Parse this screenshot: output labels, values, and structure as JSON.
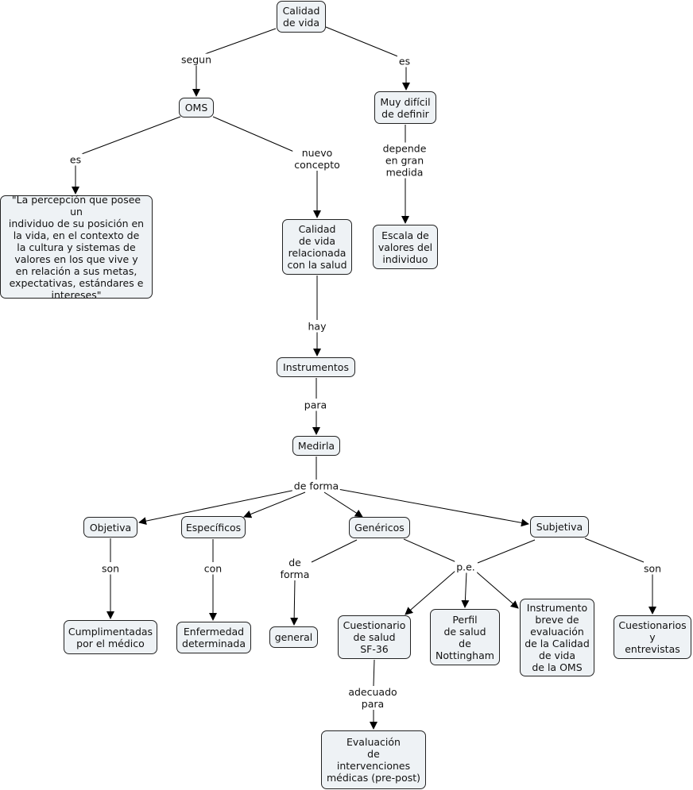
{
  "nodes": {
    "calidad_de_vida": "Calidad\nde vida",
    "oms": "OMS",
    "muy_dificil": "Muy difícil\nde definir",
    "definicion_oms": "\"La percepción que posee un\nindividuo de su posición en\nla vida, en el contexto de\nla cultura y sistemas de\nvalores en los que vive y\nen relación a sus metas,\nexpectativas, estándares e\nintereses\"",
    "calidad_salud": "Calidad\nde vida\nrelacionada\ncon la salud",
    "escala_valores": "Escala de\nvalores del\nindividuo",
    "instrumentos": "Instrumentos",
    "medirla": "Medirla",
    "objetiva": "Objetiva",
    "especificos": "Específicos",
    "genericos": "Genéricos",
    "subjetiva": "Subjetiva",
    "cumplimentadas": "Cumplimentadas\npor el médico",
    "enfermedad": "Enfermedad\ndeterminada",
    "general": "general",
    "sf36": "Cuestionario\nde salud\nSF-36",
    "nottingham": "Perfil\nde salud\nde\nNottingham",
    "instrumento_oms": "Instrumento\nbreve de\nevaluación\nde la Calidad\nde vida\nde la OMS",
    "cuestionarios": "Cuestionarios\ny\nentrevistas",
    "evaluacion": "Evaluación\nde\nintervenciones\nmédicas (pre-post)"
  },
  "links": {
    "segun": "segun",
    "es_top": "es",
    "es_oms": "es",
    "nuevo_concepto": "nuevo\nconcepto",
    "depende": "depende\nen gran\nmedida",
    "hay": "hay",
    "para": "para",
    "de_forma": "de forma",
    "son_obj": "son",
    "con": "con",
    "de_forma_gen": "de\nforma",
    "pe": "p.e.",
    "son_subj": "son",
    "adecuado_para": "adecuado\npara"
  }
}
